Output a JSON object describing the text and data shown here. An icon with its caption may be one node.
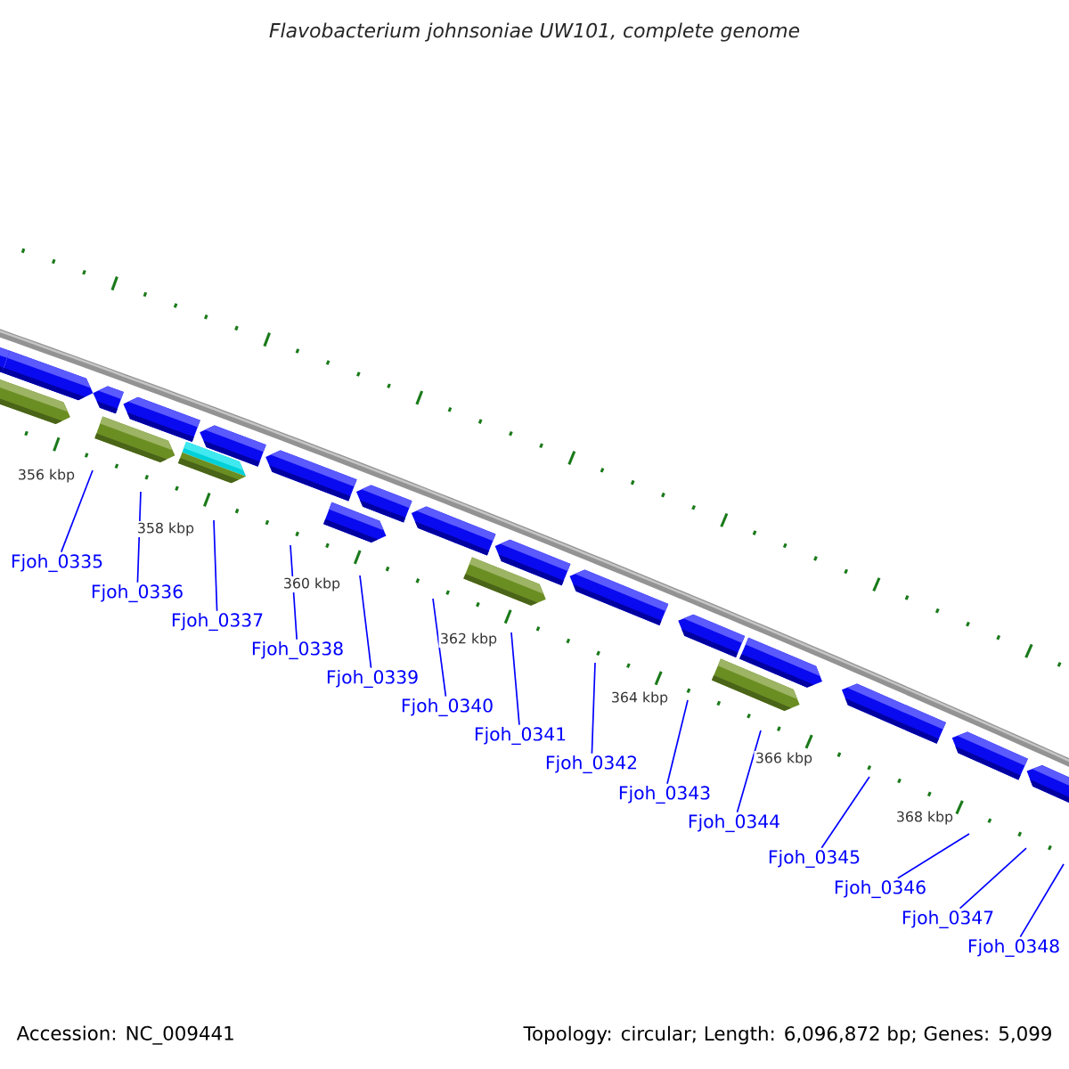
{
  "diagram": {
    "title": "Flavobacterium johnsoniae UW101, complete genome",
    "nodes": [
      {
        "text": [
          "Fjoh_0335"
        ]
      },
      {
        "text": [
          "Fjoh_0336"
        ]
      },
      {
        "text": [
          "Fjoh_0337"
        ]
      },
      {
        "text": [
          "Fjoh_0338"
        ]
      },
      {
        "text": [
          "Fjoh_0339"
        ]
      },
      {
        "text": [
          "Fjoh_0340"
        ]
      },
      {
        "text": [
          "Fjoh_0341"
        ]
      },
      {
        "text": [
          "Fjoh_0342"
        ]
      },
      {
        "text": [
          "Fjoh_0343"
        ]
      },
      {
        "text": [
          "Fjoh_0344"
        ]
      },
      {
        "text": [
          "Fjoh_0345"
        ]
      },
      {
        "text": [
          "Fjoh_0346"
        ]
      },
      {
        "text": [
          "Fjoh_0347"
        ]
      },
      {
        "text": [
          "Fjoh_0348"
        ]
      }
    ],
    "edges": [
      {
        "from": 0,
        "to": null,
        "arrow": "none"
      },
      {
        "from": 1,
        "to": null,
        "arrow": "none"
      },
      {
        "from": 2,
        "to": null,
        "arrow": "none"
      },
      {
        "from": 3,
        "to": null,
        "arrow": "none"
      },
      {
        "from": 4,
        "to": null,
        "arrow": "none"
      },
      {
        "from": 5,
        "to": null,
        "arrow": "none"
      },
      {
        "from": 6,
        "to": null,
        "arrow": "none"
      },
      {
        "from": 7,
        "to": null,
        "arrow": "none"
      },
      {
        "from": 8,
        "to": null,
        "arrow": "none"
      },
      {
        "from": 9,
        "to": null,
        "arrow": "none"
      },
      {
        "from": 10,
        "to": null,
        "arrow": "none"
      },
      {
        "from": 11,
        "to": null,
        "arrow": "none"
      },
      {
        "from": 12,
        "to": null,
        "arrow": "none"
      },
      {
        "from": 13,
        "to": null,
        "arrow": "none"
      }
    ],
    "labels": [
      "356 kbp",
      "358 kbp",
      "360 kbp",
      "362 kbp",
      "364 kbp",
      "366 kbp",
      "368 kbp",
      "Accession: NC_009441",
      "Topology: circular; Length: 6,096,872 bp; Genes: 5,099"
    ]
  }
}
